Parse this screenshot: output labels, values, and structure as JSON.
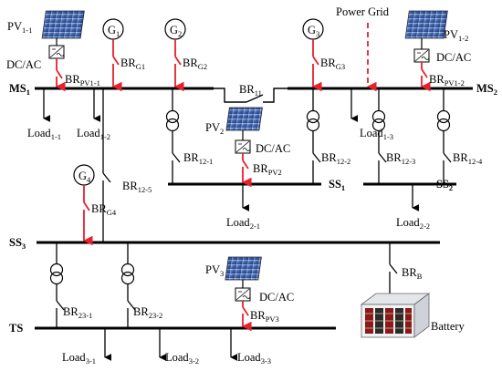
{
  "generators": [
    {
      "id": "g1",
      "label": "G",
      "sub": "1",
      "breaker": "BR",
      "breaker_sub": "G1"
    },
    {
      "id": "g2",
      "label": "G",
      "sub": "2",
      "breaker": "BR",
      "breaker_sub": "G2"
    },
    {
      "id": "g3",
      "label": "G",
      "sub": "3",
      "breaker": "BR",
      "breaker_sub": "G3"
    },
    {
      "id": "g4",
      "label": "G",
      "sub": "4",
      "breaker": "BR",
      "breaker_sub": "G4"
    }
  ],
  "pv": [
    {
      "id": "pv11",
      "label": "PV",
      "sub": "1-1",
      "converter": "DC/AC",
      "breaker": "BR",
      "breaker_sub": "PV1-1"
    },
    {
      "id": "pv12",
      "label": "PV",
      "sub": "1-2",
      "converter": "DC/AC",
      "breaker": "BR",
      "breaker_sub": "PV1-2"
    },
    {
      "id": "pv2",
      "label": "PV",
      "sub": "2",
      "converter": "DC/AC",
      "breaker": "BR",
      "breaker_sub": "PV2"
    },
    {
      "id": "pv3",
      "label": "PV",
      "sub": "3",
      "converter": "DC/AC",
      "breaker": "BR",
      "breaker_sub": "PV3"
    }
  ],
  "power_grid": "Power Grid",
  "buses": [
    {
      "id": "ms1",
      "label": "MS",
      "sub": "1"
    },
    {
      "id": "ms2",
      "label": "MS",
      "sub": "2"
    },
    {
      "id": "ss1",
      "label": "SS",
      "sub": "1"
    },
    {
      "id": "ss2",
      "label": "SS",
      "sub": "2"
    },
    {
      "id": "ss3",
      "label": "SS",
      "sub": "3"
    },
    {
      "id": "ts",
      "label": "TS",
      "sub": ""
    }
  ],
  "breakers": [
    {
      "id": "br11",
      "label": "BR",
      "sub": "11"
    },
    {
      "id": "br121",
      "label": "BR",
      "sub": "12-1"
    },
    {
      "id": "br122",
      "label": "BR",
      "sub": "12-2"
    },
    {
      "id": "br123",
      "label": "BR",
      "sub": "12-3"
    },
    {
      "id": "br124",
      "label": "BR",
      "sub": "12-4"
    },
    {
      "id": "br125",
      "label": "BR",
      "sub": "12-5"
    },
    {
      "id": "br231",
      "label": "BR",
      "sub": "23-1"
    },
    {
      "id": "br232",
      "label": "BR",
      "sub": "23-2"
    },
    {
      "id": "brb",
      "label": "BR",
      "sub": "B"
    }
  ],
  "loads": [
    {
      "id": "l11",
      "label": "Load",
      "sub": "1-1"
    },
    {
      "id": "l12",
      "label": "Load",
      "sub": "1-2"
    },
    {
      "id": "l13",
      "label": "Load",
      "sub": "1-3"
    },
    {
      "id": "l21",
      "label": "Load",
      "sub": "2-1"
    },
    {
      "id": "l22",
      "label": "Load",
      "sub": "2-2"
    },
    {
      "id": "l31",
      "label": "Load",
      "sub": "3-1"
    },
    {
      "id": "l32",
      "label": "Load",
      "sub": "3-2"
    },
    {
      "id": "l33",
      "label": "Load",
      "sub": "3-3"
    }
  ],
  "battery": "Battery",
  "colors": {
    "line": "#000000",
    "feed": "#e8202a",
    "grid": "#e8202a",
    "pv_panel": "#4a72b8",
    "battery_cell": "#8a1a1a"
  }
}
